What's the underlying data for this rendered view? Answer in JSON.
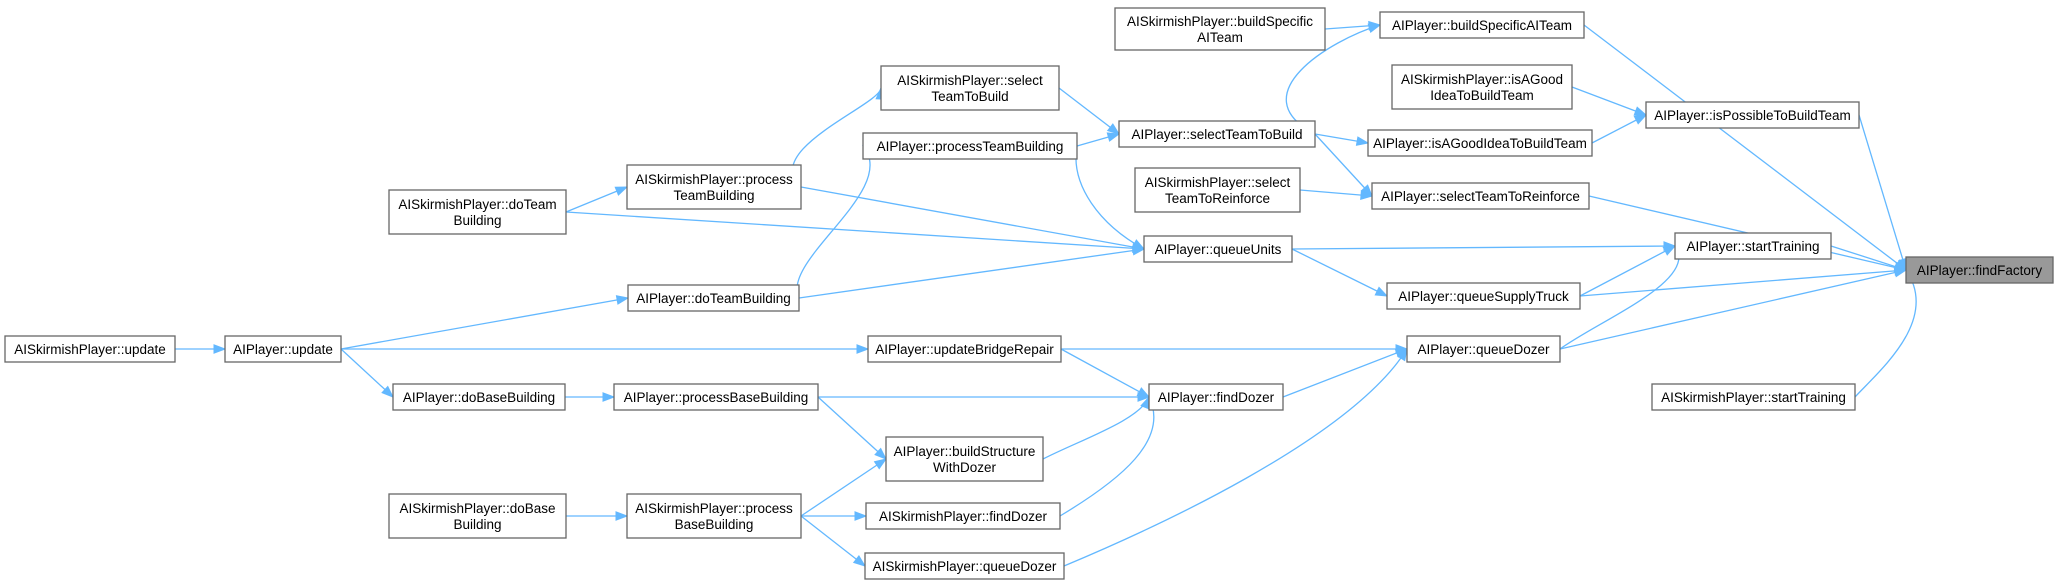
{
  "diagram": {
    "type": "call-graph",
    "focus_node": "n_findFactory",
    "colors": {
      "edge": "#63b8ff",
      "focus_fill": "#999999",
      "border": "#666666"
    },
    "nodes": [
      {
        "id": "n_findFactory",
        "lines": [
          "AIPlayer::findFactory"
        ]
      },
      {
        "id": "n_buildSpecificAITeam",
        "lines": [
          "AIPlayer::buildSpecificAITeam"
        ]
      },
      {
        "id": "n_sk_buildSpecificAITeam",
        "lines": [
          "AISkirmishPlayer::buildSpecific",
          "AITeam"
        ]
      },
      {
        "id": "n_sk_isAGoodIdea",
        "lines": [
          "AISkirmishPlayer::isAGood",
          "IdeaToBuildTeam"
        ]
      },
      {
        "id": "n_isPossibleToBuildTeam",
        "lines": [
          "AIPlayer::isPossibleToBuildTeam"
        ]
      },
      {
        "id": "n_sk_selectTeamToBuild",
        "lines": [
          "AISkirmishPlayer::select",
          "TeamToBuild"
        ]
      },
      {
        "id": "n_selectTeamToBuild",
        "lines": [
          "AIPlayer::selectTeamToBuild"
        ]
      },
      {
        "id": "n_processTeamBuilding",
        "lines": [
          "AIPlayer::processTeamBuilding"
        ]
      },
      {
        "id": "n_isAGoodIdea",
        "lines": [
          "AIPlayer::isAGoodIdeaToBuildTeam"
        ]
      },
      {
        "id": "n_sk_selectTeamToReinforce",
        "lines": [
          "AISkirmishPlayer::select",
          "TeamToReinforce"
        ]
      },
      {
        "id": "n_selectTeamToReinforce",
        "lines": [
          "AIPlayer::selectTeamToReinforce"
        ]
      },
      {
        "id": "n_sk_processTeamBuilding",
        "lines": [
          "AISkirmishPlayer::process",
          "TeamBuilding"
        ]
      },
      {
        "id": "n_sk_doTeamBuilding",
        "lines": [
          "AISkirmishPlayer::doTeam",
          "Building"
        ]
      },
      {
        "id": "n_queueUnits",
        "lines": [
          "AIPlayer::queueUnits"
        ]
      },
      {
        "id": "n_startTraining",
        "lines": [
          "AIPlayer::startTraining"
        ]
      },
      {
        "id": "n_doTeamBuilding",
        "lines": [
          "AIPlayer::doTeamBuilding"
        ]
      },
      {
        "id": "n_queueSupplyTruck",
        "lines": [
          "AIPlayer::queueSupplyTruck"
        ]
      },
      {
        "id": "n_sk_update",
        "lines": [
          "AISkirmishPlayer::update"
        ]
      },
      {
        "id": "n_update",
        "lines": [
          "AIPlayer::update"
        ]
      },
      {
        "id": "n_updateBridgeRepair",
        "lines": [
          "AIPlayer::updateBridgeRepair"
        ]
      },
      {
        "id": "n_queueDozer",
        "lines": [
          "AIPlayer::queueDozer"
        ]
      },
      {
        "id": "n_sk_startTraining",
        "lines": [
          "AISkirmishPlayer::startTraining"
        ]
      },
      {
        "id": "n_doBaseBuilding",
        "lines": [
          "AIPlayer::doBaseBuilding"
        ]
      },
      {
        "id": "n_processBaseBuilding",
        "lines": [
          "AIPlayer::processBaseBuilding"
        ]
      },
      {
        "id": "n_findDozer",
        "lines": [
          "AIPlayer::findDozer"
        ]
      },
      {
        "id": "n_buildStructureWithDozer",
        "lines": [
          "AIPlayer::buildStructure",
          "WithDozer"
        ]
      },
      {
        "id": "n_sk_doBaseBuilding",
        "lines": [
          "AISkirmishPlayer::doBase",
          "Building"
        ]
      },
      {
        "id": "n_sk_processBaseBuilding",
        "lines": [
          "AISkirmishPlayer::process",
          "BaseBuilding"
        ]
      },
      {
        "id": "n_sk_findDozer",
        "lines": [
          "AISkirmishPlayer::findDozer"
        ]
      },
      {
        "id": "n_sk_queueDozer",
        "lines": [
          "AISkirmishPlayer::queueDozer"
        ]
      }
    ],
    "edges": [
      {
        "from": "n_buildSpecificAITeam",
        "to": "n_findFactory"
      },
      {
        "from": "n_isPossibleToBuildTeam",
        "to": "n_findFactory"
      },
      {
        "from": "n_selectTeamToReinforce",
        "to": "n_findFactory"
      },
      {
        "from": "n_startTraining",
        "to": "n_findFactory"
      },
      {
        "from": "n_queueSupplyTruck",
        "to": "n_findFactory"
      },
      {
        "from": "n_queueDozer",
        "to": "n_findFactory"
      },
      {
        "from": "n_sk_startTraining",
        "to": "n_findFactory"
      },
      {
        "from": "n_sk_buildSpecificAITeam",
        "to": "n_buildSpecificAITeam"
      },
      {
        "from": "n_selectTeamToBuild",
        "to": "n_buildSpecificAITeam"
      },
      {
        "from": "n_sk_isAGoodIdea",
        "to": "n_isPossibleToBuildTeam"
      },
      {
        "from": "n_isAGoodIdea",
        "to": "n_isPossibleToBuildTeam"
      },
      {
        "from": "n_sk_selectTeamToBuild",
        "to": "n_selectTeamToBuild"
      },
      {
        "from": "n_processTeamBuilding",
        "to": "n_selectTeamToBuild"
      },
      {
        "from": "n_selectTeamToBuild",
        "to": "n_isAGoodIdea"
      },
      {
        "from": "n_selectTeamToBuild",
        "to": "n_selectTeamToReinforce"
      },
      {
        "from": "n_sk_selectTeamToReinforce",
        "to": "n_selectTeamToReinforce"
      },
      {
        "from": "n_sk_processTeamBuilding",
        "to": "n_sk_selectTeamToBuild"
      },
      {
        "from": "n_sk_doTeamBuilding",
        "to": "n_sk_processTeamBuilding"
      },
      {
        "from": "n_doTeamBuilding",
        "to": "n_processTeamBuilding"
      },
      {
        "from": "n_processTeamBuilding",
        "to": "n_queueUnits"
      },
      {
        "from": "n_sk_processTeamBuilding",
        "to": "n_queueUnits"
      },
      {
        "from": "n_sk_doTeamBuilding",
        "to": "n_queueUnits"
      },
      {
        "from": "n_doTeamBuilding",
        "to": "n_queueUnits"
      },
      {
        "from": "n_queueUnits",
        "to": "n_startTraining"
      },
      {
        "from": "n_queueUnits",
        "to": "n_queueSupplyTruck"
      },
      {
        "from": "n_queueSupplyTruck",
        "to": "n_startTraining"
      },
      {
        "from": "n_queueDozer",
        "to": "n_startTraining"
      },
      {
        "from": "n_sk_update",
        "to": "n_update"
      },
      {
        "from": "n_update",
        "to": "n_doTeamBuilding"
      },
      {
        "from": "n_update",
        "to": "n_updateBridgeRepair"
      },
      {
        "from": "n_update",
        "to": "n_doBaseBuilding"
      },
      {
        "from": "n_updateBridgeRepair",
        "to": "n_queueDozer"
      },
      {
        "from": "n_updateBridgeRepair",
        "to": "n_findDozer"
      },
      {
        "from": "n_doBaseBuilding",
        "to": "n_processBaseBuilding"
      },
      {
        "from": "n_processBaseBuilding",
        "to": "n_findDozer"
      },
      {
        "from": "n_processBaseBuilding",
        "to": "n_buildStructureWithDozer"
      },
      {
        "from": "n_buildStructureWithDozer",
        "to": "n_findDozer"
      },
      {
        "from": "n_findDozer",
        "to": "n_queueDozer"
      },
      {
        "from": "n_sk_doBaseBuilding",
        "to": "n_sk_processBaseBuilding"
      },
      {
        "from": "n_sk_processBaseBuilding",
        "to": "n_buildStructureWithDozer"
      },
      {
        "from": "n_sk_processBaseBuilding",
        "to": "n_sk_findDozer"
      },
      {
        "from": "n_sk_processBaseBuilding",
        "to": "n_sk_queueDozer"
      },
      {
        "from": "n_sk_findDozer",
        "to": "n_findDozer"
      },
      {
        "from": "n_sk_queueDozer",
        "to": "n_queueDozer"
      }
    ]
  }
}
